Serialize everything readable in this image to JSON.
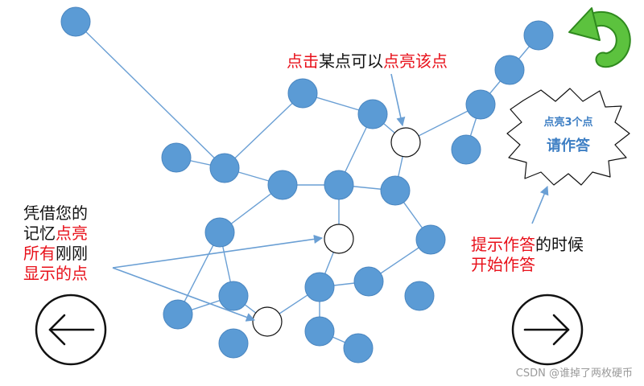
{
  "instructions": {
    "click_prefix": "点击",
    "click_middle": "某点可以",
    "click_suffix": "点亮该点",
    "memory_line1": "凭借您的",
    "memory_line2_a": "记忆",
    "memory_line2_b": "点亮",
    "memory_line3_a": "所有",
    "memory_line3_b": "刚刚",
    "memory_line4_a": "显示的点",
    "prompt_line1_a": "提示作答",
    "prompt_line1_b": "的时候",
    "prompt_line2": "开始作答"
  },
  "badge": {
    "line1": "点亮3个点",
    "line2": "请作答"
  },
  "watermark": "CSDN @谁掉了两枚硬币",
  "icons": {
    "back": "undo-arrow-icon",
    "prev": "arrow-left-icon",
    "next": "arrow-right-icon"
  },
  "colors": {
    "node_fill": "#5b9bd5",
    "node_stroke": "#4a86c0",
    "edge": "#6a9fd4",
    "undo_green": "#5cc23e",
    "annotation_red": "#e8101a"
  }
}
